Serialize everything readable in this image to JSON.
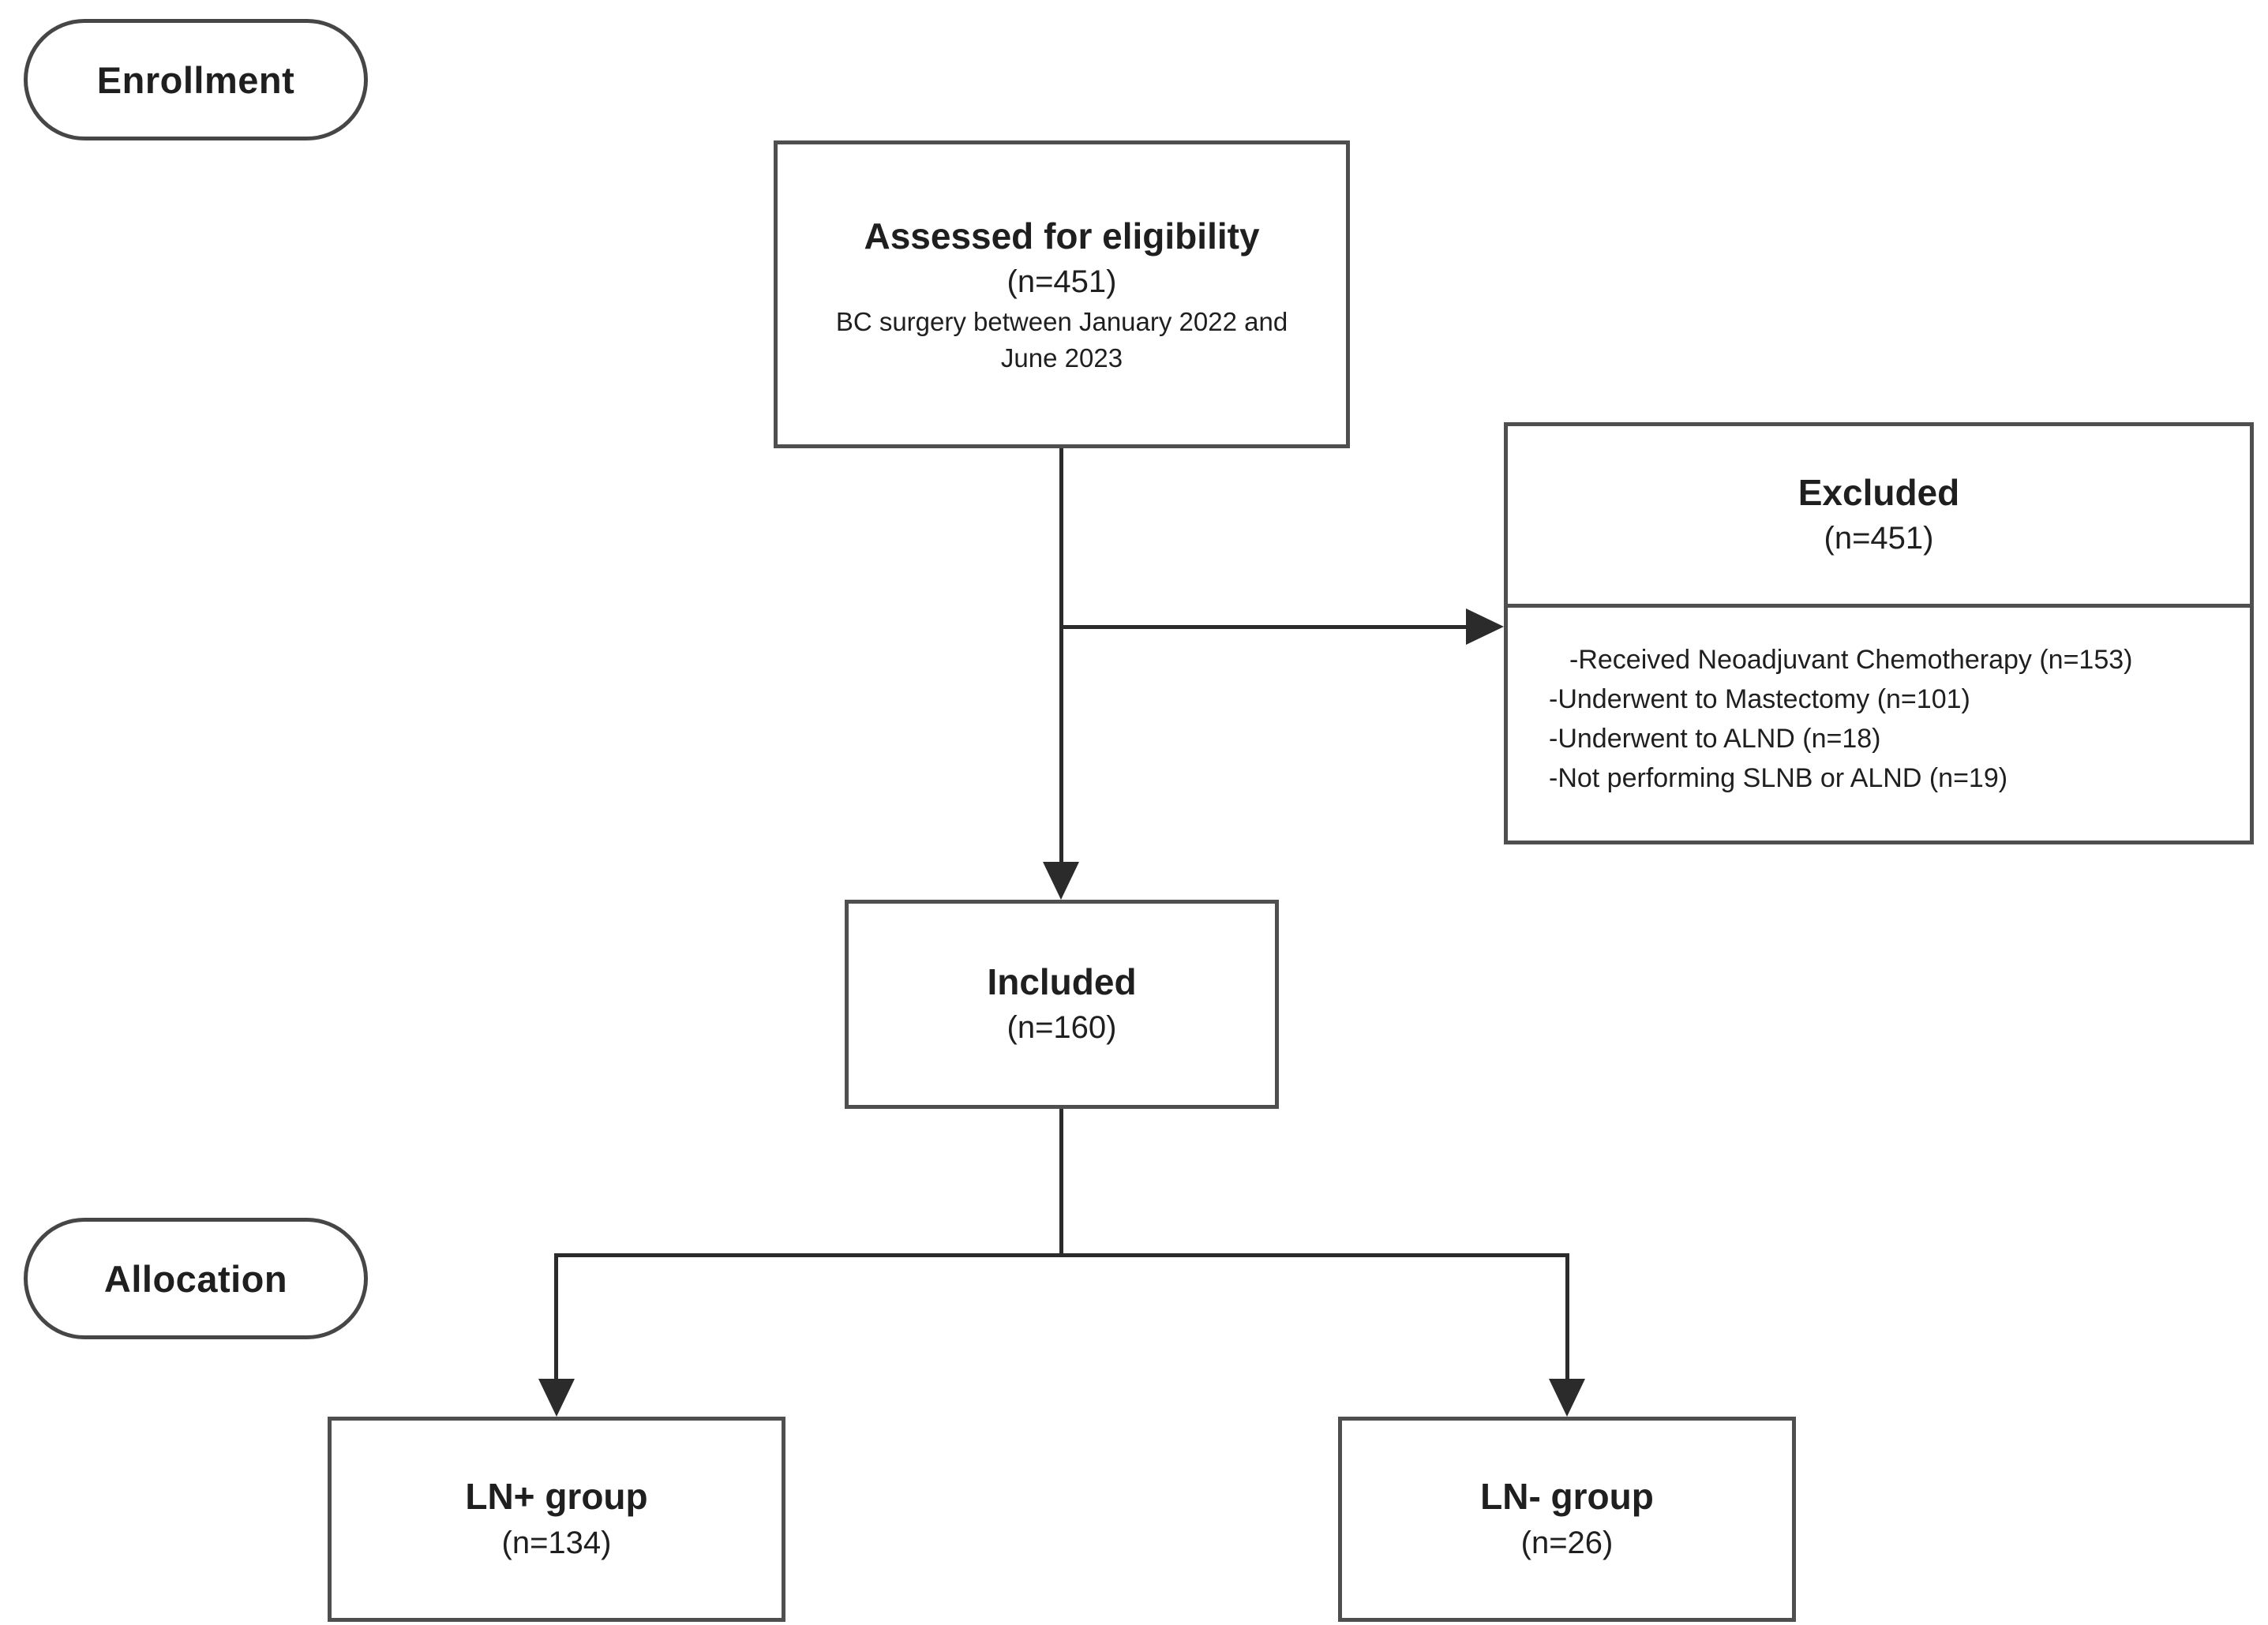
{
  "diagram": {
    "stages": [
      {
        "id": "enrollment",
        "label": "Enrollment"
      },
      {
        "id": "allocation",
        "label": "Allocation"
      }
    ],
    "assessed": {
      "title": "Assessed for eligibility",
      "n": "(n=451)",
      "note_lines": [
        "BC surgery between January 2022 and",
        "June 2023"
      ]
    },
    "excluded": {
      "title": "Excluded",
      "n": "(n=451)",
      "reasons": [
        "-Received Neoadjuvant Chemotherapy (n=153)",
        "-Underwent to Mastectomy (n=101)",
        "-Underwent to ALND (n=18)",
        "-Not performing SLNB or ALND (n=19)"
      ]
    },
    "included": {
      "title": "Included",
      "n": "(n=160)"
    },
    "ln_positive": {
      "title": "LN+ group",
      "n": "(n=134)"
    },
    "ln_negative": {
      "title": "LN- group",
      "n": "(n=26)"
    }
  },
  "colors": {
    "background": "#ffffff",
    "box_border": "#4f4f4f",
    "line": "#2b2b2b",
    "text": "#1f1f1f"
  }
}
